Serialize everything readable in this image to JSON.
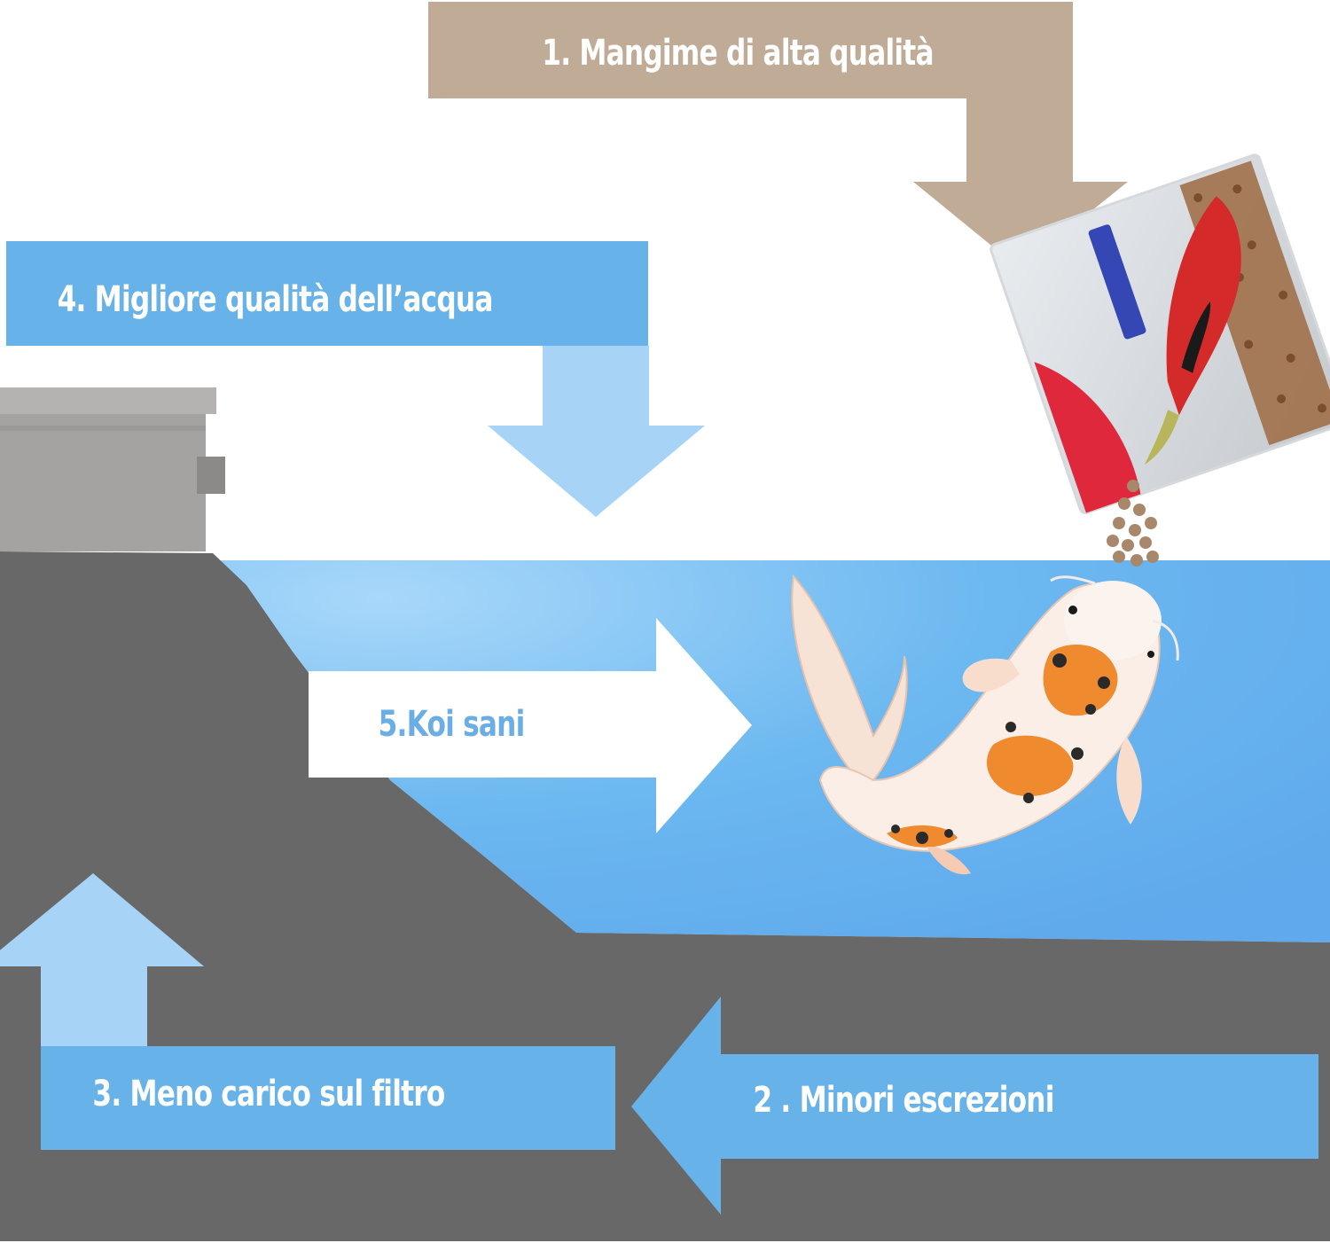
{
  "steps": {
    "step1": "1. Mangime di alta qualità",
    "step2": "2 . Minori escrezioni",
    "step3": "3. Meno carico sul filtro",
    "step4": "4. Migliore qualità dell’acqua",
    "step5": "5.Koi sani"
  },
  "images": {
    "feed_bag": "koi-feed-bag",
    "fish": "koi-fish",
    "filter": "filter-unit"
  },
  "colors": {
    "feed_arrow": "#bfab96",
    "water_arrow": "#68b2ea",
    "water_arrow_light": "#a6d3f6",
    "koi_arrow": "#ffffff",
    "koi_label": "#6aaee5",
    "ground": "#686868",
    "water": "#6cb8f0"
  }
}
